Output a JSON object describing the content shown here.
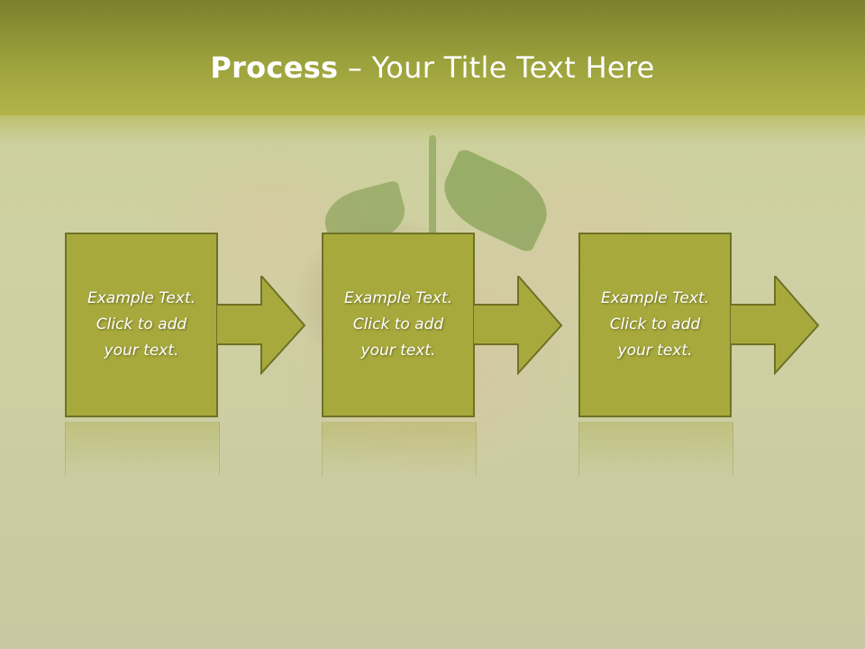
{
  "slide": {
    "title_bold": "Process",
    "title_rest": " – Your Title Text Here"
  },
  "steps": [
    {
      "line1": "Example Text.",
      "line2": "Click  to add",
      "line3": "your text."
    },
    {
      "line1": "Example Text.",
      "line2": "Click  to add",
      "line3": "your text."
    },
    {
      "line1": "Example Text.",
      "line2": "Click  to add",
      "line3": "your text."
    }
  ],
  "colors": {
    "header": "#9ca23c",
    "box_fill": "#a7a93d",
    "box_border": "#6f7126",
    "text": "#ffffff"
  }
}
